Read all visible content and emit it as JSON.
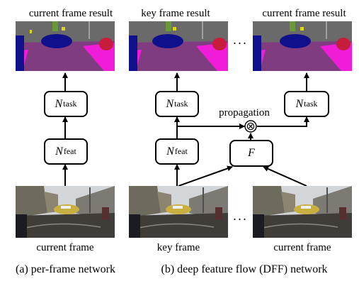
{
  "left": {
    "top_label": "current frame result",
    "task_box": {
      "symbol": "N",
      "sub": "task"
    },
    "feat_box": {
      "symbol": "N",
      "sub": "feat"
    },
    "bottom_label": "current frame",
    "caption": "(a) per-frame network"
  },
  "right": {
    "key_result_label": "key frame result",
    "current_result_label": "current frame result",
    "key_task_box": {
      "symbol": "N",
      "sub": "task"
    },
    "key_feat_box": {
      "symbol": "N",
      "sub": "feat"
    },
    "current_task_box": {
      "symbol": "N",
      "sub": "task"
    },
    "flow_box": {
      "symbol": "F"
    },
    "propagation_label": "propagation",
    "combine_symbol": "⊗",
    "key_frame_label": "key frame",
    "current_frame_label": "current frame",
    "ellipsis": "···",
    "caption": "(b) deep feature flow (DFF) network"
  },
  "colors": {
    "segm_sky": "#6a6a6a",
    "segm_road": "#803c80",
    "segm_sidewalk": "#f01cd8",
    "segm_car": "#10108c",
    "segm_person": "#c81c3c",
    "segm_vegetation": "#6a9a36",
    "segm_sign": "#d8d810",
    "photo_sky": "#d2d6d8",
    "photo_road": "#403c38"
  }
}
